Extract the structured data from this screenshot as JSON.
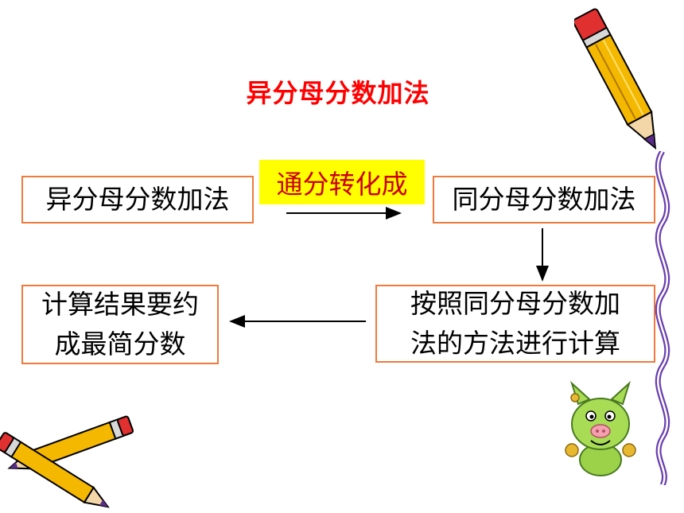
{
  "title": "异分母分数加法",
  "flow": {
    "start": "异分母分数加法",
    "convert_label": "通分转化成",
    "middle": "同分母分数加法",
    "step": "按照同分母分数加\n法的方法进行计算",
    "end": "计算结果要约\n成最简分数"
  },
  "colors": {
    "title": "#ff0000",
    "box_border": "#f07a3c",
    "highlight_bg": "#ffff00",
    "highlight_text": "#cc0000"
  },
  "icons": [
    "pencil-icon",
    "crossed-pencils-icon",
    "cartoon-character-icon",
    "ribbon-decoration-icon"
  ]
}
